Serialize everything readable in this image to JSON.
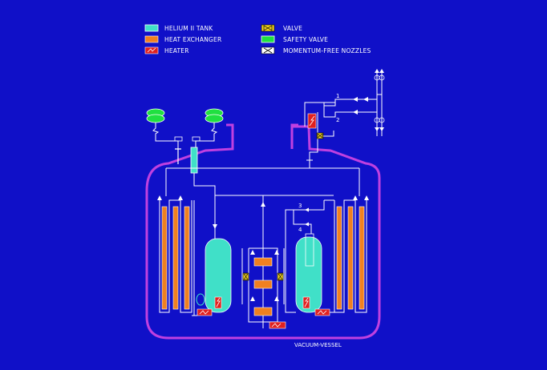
{
  "legend": [
    {
      "key": "helium_tank",
      "label": "HELIUM II TANK",
      "color": "#40e0c8"
    },
    {
      "key": "heat_exchanger",
      "label": "HEAT EXCHANGER",
      "color": "#f08020"
    },
    {
      "key": "heater",
      "label": "HEATER",
      "color": "#e02020"
    },
    {
      "key": "valve",
      "label": "VALVE",
      "color": "#f0d020"
    },
    {
      "key": "safety_valve",
      "label": "SAFETY VALVE",
      "color": "#20e040"
    },
    {
      "key": "nozzles",
      "label": "MOMENTUM-FREE NOZZLES",
      "color": "#ffffff"
    }
  ],
  "labels": {
    "vessel": "VACUUM-VESSEL",
    "line1": "1",
    "line2": "2",
    "line3": "3",
    "line4": "4"
  }
}
